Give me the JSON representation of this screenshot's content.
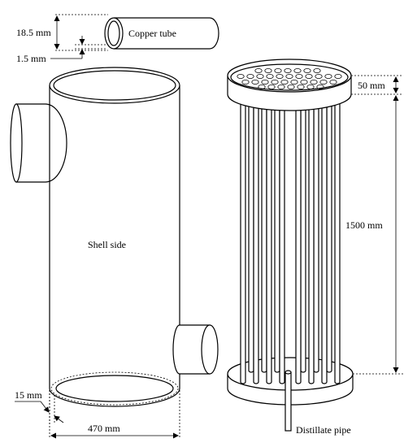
{
  "labels": {
    "tube_outer_diameter": "18.5 mm",
    "tube_wall_thickness": "1.5 mm",
    "tube_name": "Copper tube",
    "tube_sheet_thickness": "50 mm",
    "tube_length": "1500 mm",
    "shell_name": "Shell side",
    "shell_wall_thickness": "15 mm",
    "shell_diameter": "470 mm",
    "outlet_name": "Distillate pipe"
  }
}
